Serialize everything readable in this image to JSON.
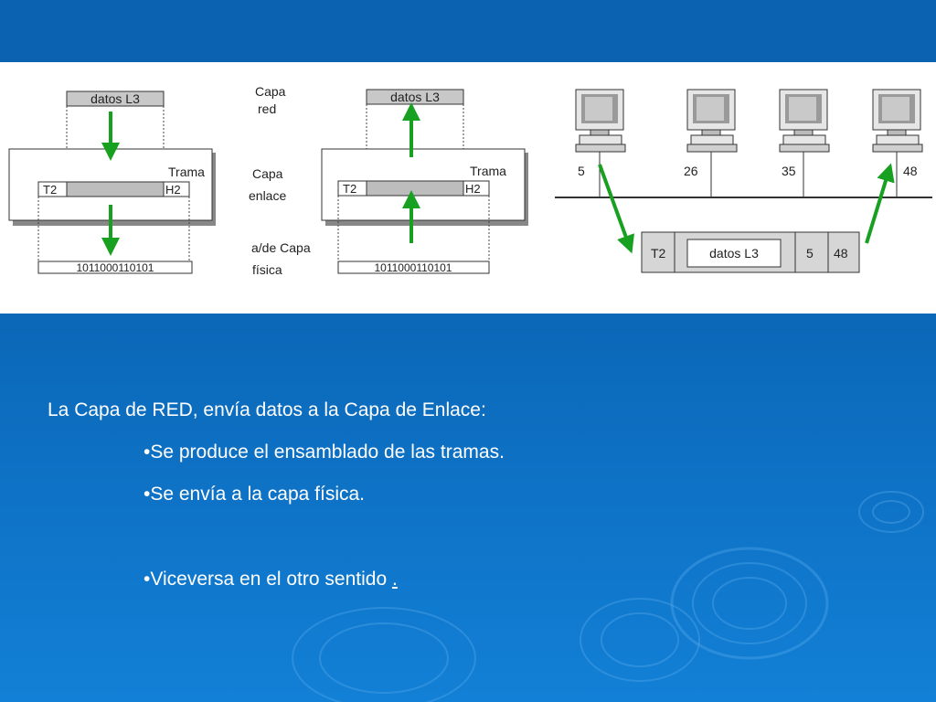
{
  "slide": {
    "colors": {
      "background": "#0b67b8",
      "arrow": "#18a020"
    },
    "left_diagram": {
      "datos": "datos L3",
      "trama": "Trama",
      "t2": "T2",
      "h2": "H2",
      "bits": "1011000110101"
    },
    "layer_labels": {
      "red_1": "Capa",
      "red_2": "red",
      "enlace_1": "Capa",
      "enlace_2": "enlace",
      "fisica_1": "a/de Capa",
      "fisica_2": "física"
    },
    "middle_diagram": {
      "datos": "datos L3",
      "trama": "Trama",
      "t2": "T2",
      "h2": "H2",
      "bits": "1011000110101"
    },
    "network": {
      "hosts": [
        "5",
        "26",
        "35",
        "48"
      ],
      "frame": {
        "t2": "T2",
        "datos": "datos L3",
        "src": "5",
        "dst": "48"
      }
    },
    "text": {
      "heading": "La Capa de RED, envía datos a la Capa de Enlace:",
      "bullet1": "•Se produce el ensamblado de las tramas.",
      "bullet2": "•Se envía a la capa física.",
      "bullet3": "•Viceversa en el otro sentido ",
      "link": "."
    }
  }
}
